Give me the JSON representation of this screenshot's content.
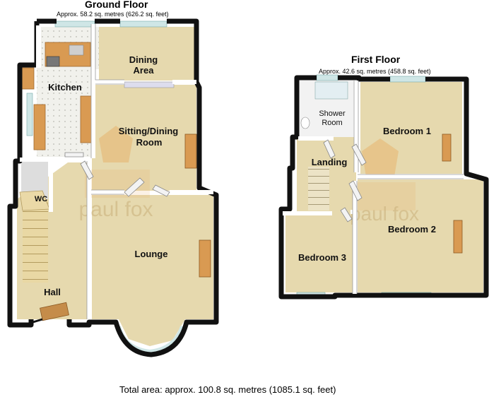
{
  "ground_floor": {
    "title": "Ground Floor",
    "area": "Approx. 58.2 sq. metres (626.2 sq. feet)",
    "rooms": {
      "dining_area": "Dining Area",
      "kitchen": "Kitchen",
      "sitting_dining": "Sitting/Dining Room",
      "wc": "WC",
      "lounge": "Lounge",
      "hall": "Hall"
    }
  },
  "first_floor": {
    "title": "First Floor",
    "area": "Approx. 42.6 sq. metres (458.8 sq. feet)",
    "rooms": {
      "shower_room": "Shower Room",
      "bedroom1": "Bedroom 1",
      "landing": "Landing",
      "bedroom2": "Bedroom 2",
      "bedroom3": "Bedroom 3"
    }
  },
  "watermark": "paul fox",
  "total_area": "Total area: approx. 100.8 sq. metres (1085.1 sq. feet)",
  "colors": {
    "floor": "#e6d9ae",
    "wall": "#111111",
    "inner_wall": "#ffffff",
    "watermark": "#e8a04a",
    "kitchen_floor": "#f1f1ec",
    "wood": "#d99a52"
  }
}
